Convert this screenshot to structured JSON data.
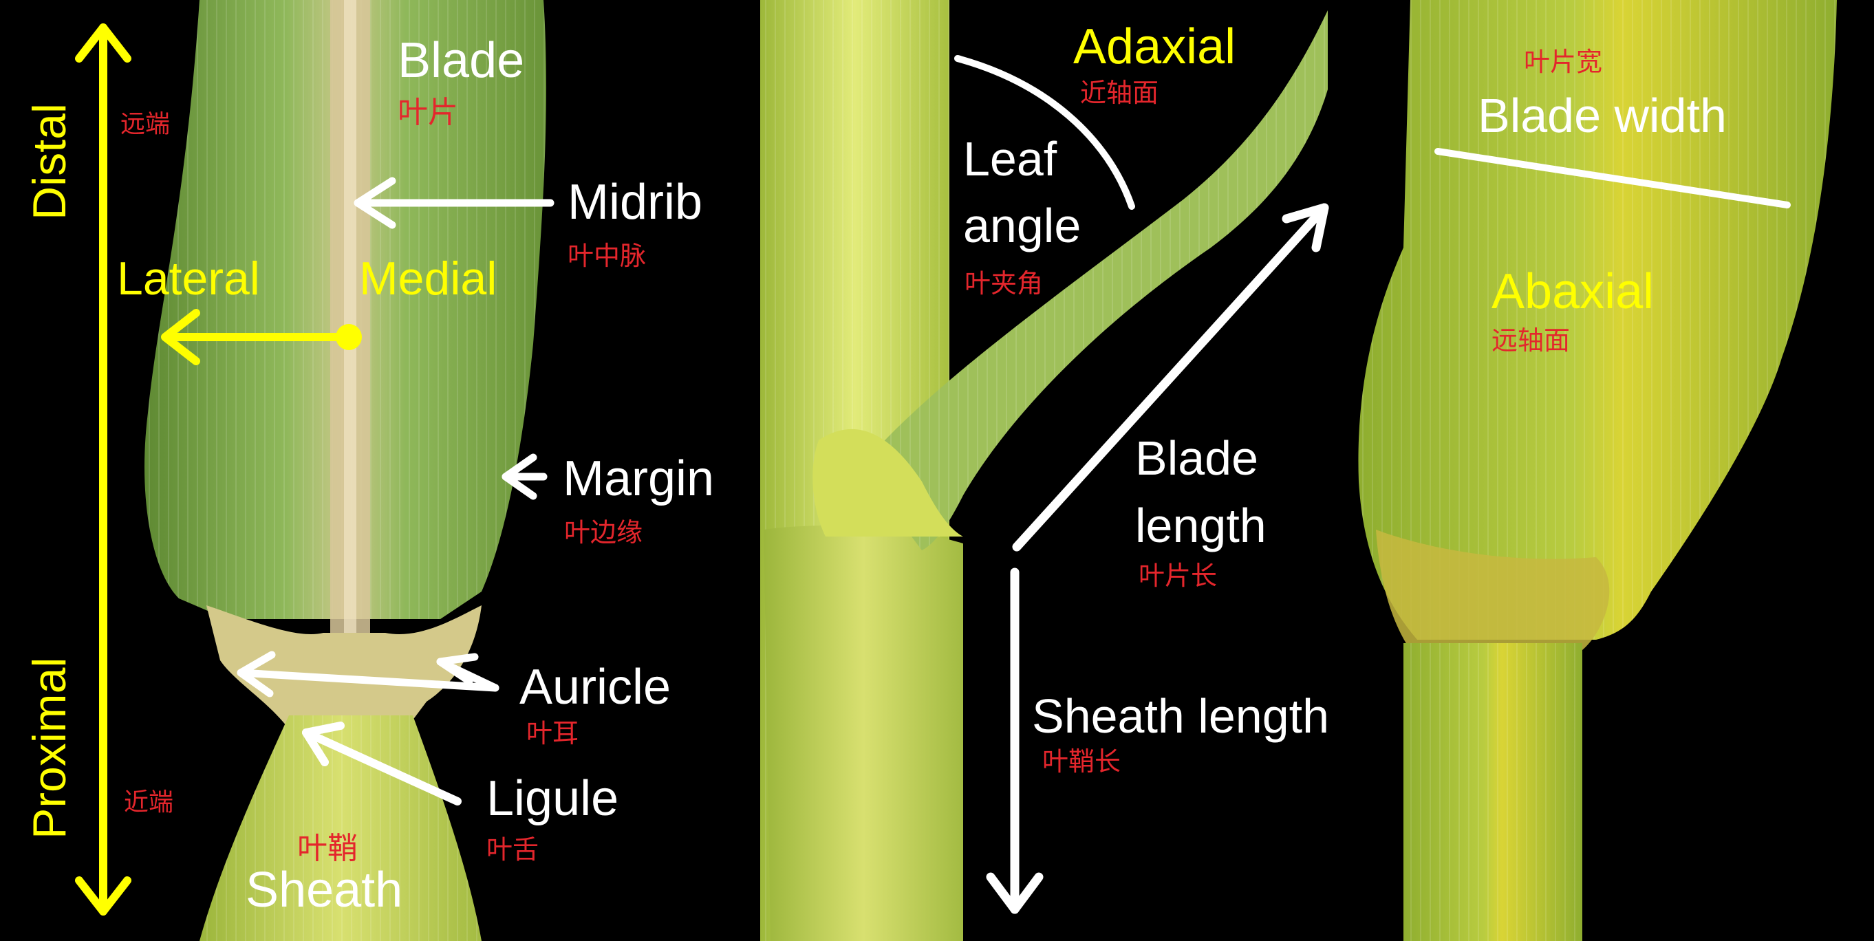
{
  "colors": {
    "background": "#000000",
    "english_label": "#ffffff",
    "axis_label": "#ffff00",
    "chinese_label": "#e4262c",
    "leaf_green": "#8db84a",
    "stem_yellow": "#d7e46a"
  },
  "panel_left": {
    "axis": {
      "distal": "Distal",
      "distal_cn": "远端",
      "proximal": "Proximal",
      "proximal_cn": "近端"
    },
    "lateral": "Lateral",
    "medial": "Medial",
    "blade": {
      "en": "Blade",
      "cn": "叶片"
    },
    "midrib": {
      "en": "Midrib",
      "cn": "叶中脉"
    },
    "margin": {
      "en": "Margin",
      "cn": "叶边缘"
    },
    "auricle": {
      "en": "Auricle",
      "cn": "叶耳"
    },
    "ligule": {
      "en": "Ligule",
      "cn": "叶舌"
    },
    "sheath": {
      "en": "Sheath",
      "cn": "叶鞘"
    }
  },
  "panel_middle": {
    "adaxial": {
      "en": "Adaxial",
      "cn": "近轴面"
    },
    "leaf_angle": {
      "en_line1": "Leaf",
      "en_line2": "angle",
      "cn": "叶夹角"
    },
    "blade_length": {
      "en_line1": "Blade",
      "en_line2": "length",
      "cn": "叶片长"
    },
    "sheath_length": {
      "en": "Sheath length",
      "cn": "叶鞘长"
    }
  },
  "panel_right": {
    "blade_width": {
      "en": "Blade width",
      "cn": "叶片宽"
    },
    "abaxial": {
      "en": "Abaxial",
      "cn": "远轴面"
    }
  }
}
